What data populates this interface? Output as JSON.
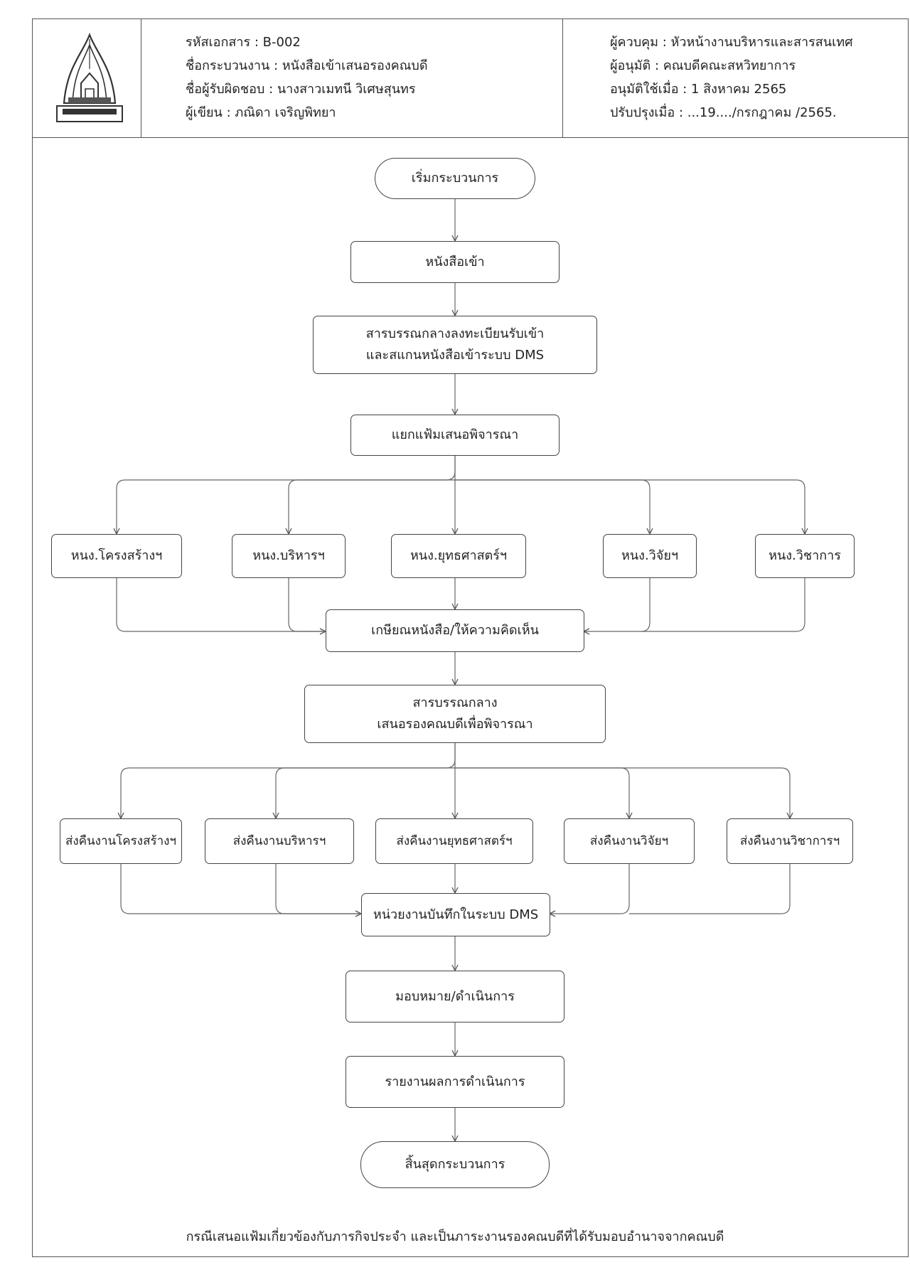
{
  "header": {
    "doc_code": "รหัสเอกสาร : B-002",
    "process_name": "ชื่อกระบวนงาน : หนังสือเข้าเสนอรองคณบดี",
    "responsible": "ชื่อผู้รับผิดชอบ : นางสาวเมทนี วิเศษสุนทร",
    "writer": "ผู้เขียน : ภณิดา  เจริญพิทยา",
    "controller": "ผู้ควบคุม : หัวหน้างานบริหารและสารสนเทศ",
    "approver": "ผู้อนุมัติ : คณบดีคณะสหวิทยาการ",
    "approved_date": "อนุมัติใช้เมื่อ : 1 สิงหาคม 2565",
    "revised_date": "ปรับปรุงเมื่อ : ...19..../กรกฎาคม /2565."
  },
  "flow": {
    "start": "เริ่มกระบวนการ",
    "incoming": "หนังสือเข้า",
    "register_line1": "สารบรรณกลางลงทะเบียนรับเข้า",
    "register_line2": "และสแกนหนังสือเข้าระบบ DMS",
    "sort": "แยกแฟ้มเสนอพิจารณา",
    "units": [
      "หนง.โครงสร้างฯ",
      "หนง.บริหารฯ",
      "หนง.ยุทธศาสตร์ฯ",
      "หนง.วิจัยฯ",
      "หนง.วิชาการ"
    ],
    "draft": "เกษียณหนังสือ/ให้ความคิดเห็น",
    "present_line1": "สารบรรณกลาง",
    "present_line2": "เสนอรองคณบดีเพื่อพิจารณา",
    "returns": [
      "ส่งคืนงานโครงสร้างฯ",
      "ส่งคืนงานบริหารฯ",
      "ส่งคืนงานยุทธศาสตร์ฯ",
      "ส่งคืนงานวิจัยฯ",
      "ส่งคืนงานวิชาการฯ"
    ],
    "record": "หน่วยงานบันทึกในระบบ DMS",
    "assign": "มอบหมาย/ดำเนินการ",
    "report": "รายงานผลการดำเนินการ",
    "end": "สิ้นสุดกระบวนการ"
  },
  "footnote": "กรณีเสนอแฟ้มเกี่ยวข้องกับภารกิจประจำ และเป็นภาระงานรองคณบดีที่ได้รับมอบอำนาจจากคณบดี"
}
